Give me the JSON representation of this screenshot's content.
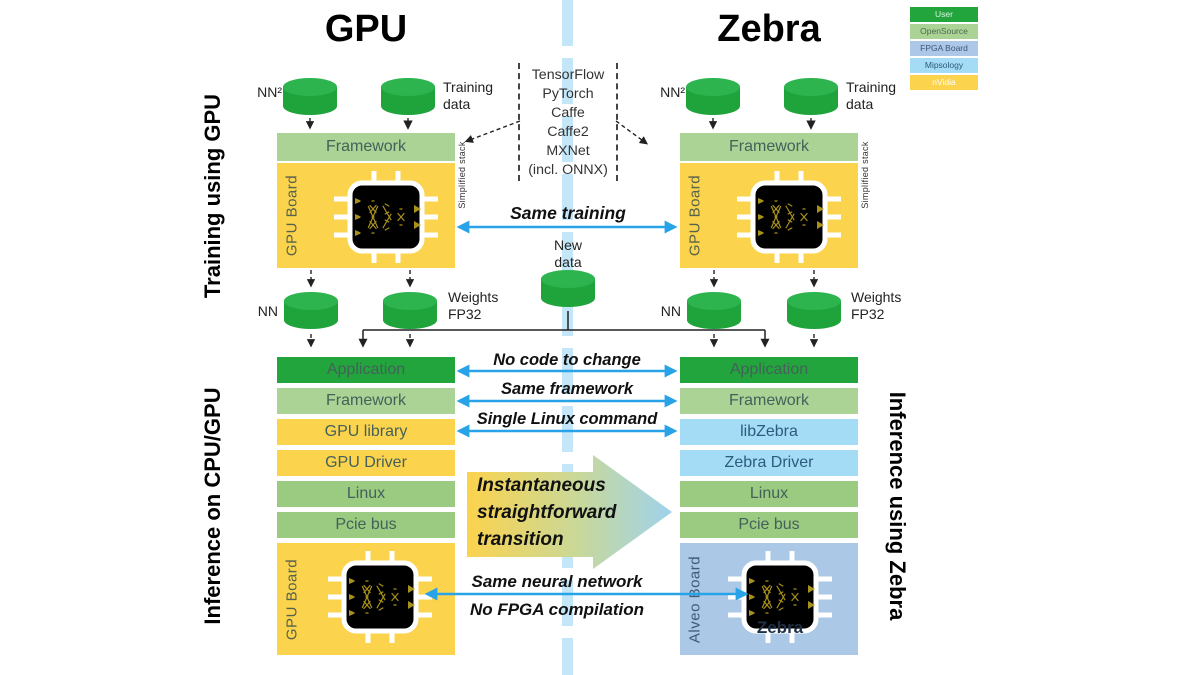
{
  "titles": {
    "gpu": "GPU",
    "zebra": "Zebra"
  },
  "legend": [
    {
      "label": "User",
      "color": "#21A53C",
      "text_color": "#DFF3E2"
    },
    {
      "label": "OpenSource",
      "color": "#ABD395",
      "text_color": "#4A6A50"
    },
    {
      "label": "FPGA Board",
      "color": "#ADC7E8",
      "text_color": "#3D5878"
    },
    {
      "label": "Mipsology",
      "color": "#A5DCF5",
      "text_color": "#2D5B7D"
    },
    {
      "label": "nVidia",
      "color": "#FBD34D",
      "text_color": "#FFFFFF"
    }
  ],
  "side_labels": {
    "training": "Training using GPU",
    "inference_left": "Inference on CPU/GPU",
    "inference_right": "Inference using Zebra"
  },
  "frameworks_box": {
    "lines": "TensorFlow\nPyTorch\nCaffe\nCaffe2\nMXNet\n(incl. ONNX)"
  },
  "training": {
    "left": {
      "nn": "NN²",
      "data": "Training\ndata",
      "framework": "Framework",
      "board": "GPU Board",
      "simplified": "Simplified stack"
    },
    "right": {
      "nn": "NN²",
      "data": "Training\ndata",
      "framework": "Framework",
      "board": "GPU Board",
      "simplified": "Simplified stack"
    }
  },
  "middle": {
    "same_training": "Same training",
    "new_data": "New\ndata"
  },
  "weights": {
    "left": {
      "nn": "NN",
      "weights": "Weights\nFP32"
    },
    "right": {
      "nn": "NN",
      "weights": "Weights\nFP32"
    }
  },
  "stacks": {
    "left": [
      "Application",
      "Framework",
      "GPU library",
      "GPU Driver",
      "Linux",
      "Pcie bus"
    ],
    "right": [
      "Application",
      "Framework",
      "libZebra",
      "Zebra Driver",
      "Linux",
      "Pcie bus"
    ]
  },
  "annotations": {
    "no_code": "No code to change",
    "same_framework": "Same framework",
    "single_linux": "Single Linux command",
    "transition": "Instantaneous\nstraightforward\ntransition",
    "same_nn": "Same neural network",
    "no_fpga": "No FPGA compilation"
  },
  "boards": {
    "bottom_left": "GPU Board",
    "bottom_right": "Alveo Board",
    "zebra": "Zebra"
  },
  "colors": {
    "arrow_blue": "#29A3E8",
    "stripe_blue": "#C3E6F8",
    "user_green": "#21A53C",
    "opensource_green": "#ABD395",
    "linux_green": "#9BCA81",
    "nvidia_yellow": "#FBD34D",
    "fpga_blue": "#ABC8E6",
    "mipsology_blue": "#A5DCF5"
  }
}
